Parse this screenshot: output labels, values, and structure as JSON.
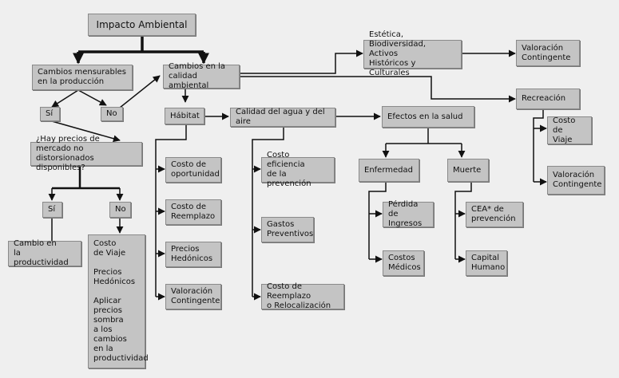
{
  "colors": {
    "box": "#c4c4c4",
    "line": "#111111",
    "background": "#efefef"
  },
  "nodes": {
    "impacto": "Impacto Ambiental",
    "mensurables": "Cambios mensurables\nen la producción",
    "calidad_ambiental": "Cambios en la\ncalidad ambiental",
    "si1": "Sí",
    "no1": "No",
    "hay_precios": "¿Hay precios de mercado no\ndistorsionados disponibles?",
    "si2": "Sí",
    "no2": "No",
    "cambio_productividad": "Cambio en\nla productividad",
    "costo_viaje_list": "Costo\nde Viaje\n\nPrecios\nHedónicos\n\nAplicar\nprecios\nsombra\na los\ncambios\nen la\nproductividad",
    "habitat": "Hábitat",
    "costo_oportunidad": "Costo de\noportunidad",
    "costo_reemplazo": "Costo de\nReemplazo",
    "precios_hedonicos": "Precios\nHedónicos",
    "valoracion_cont_h": "Valoración\nContingente",
    "calidad_agua": "Calidad del agua y del aire",
    "costo_eficiencia": "Costo  eficiencia\nde la prevención",
    "gastos_preventivos": "Gastos\nPreventivos",
    "costo_reemplazo_reloc": "Costo de Reemplazo\no Relocalización",
    "efectos_salud": "Efectos en la salud",
    "enfermedad": "Enfermedad",
    "muerte": "Muerte",
    "perdida_ingresos": "Pérdida de\nIngresos",
    "costos_medicos": "Costos\nMédicos",
    "cea": "CEA* de\nprevención",
    "capital_humano": "Capital\nHumano",
    "estetica": "Estética, Biodiversidad, Activos\nHistóricos y Culturales",
    "valoracion_cont_top": "Valoración\nContingente",
    "recreacion": "Recreación",
    "costo_viaje_r": "Costo de\nViaje",
    "valoracion_cont_r": "Valoración\nContingente"
  }
}
